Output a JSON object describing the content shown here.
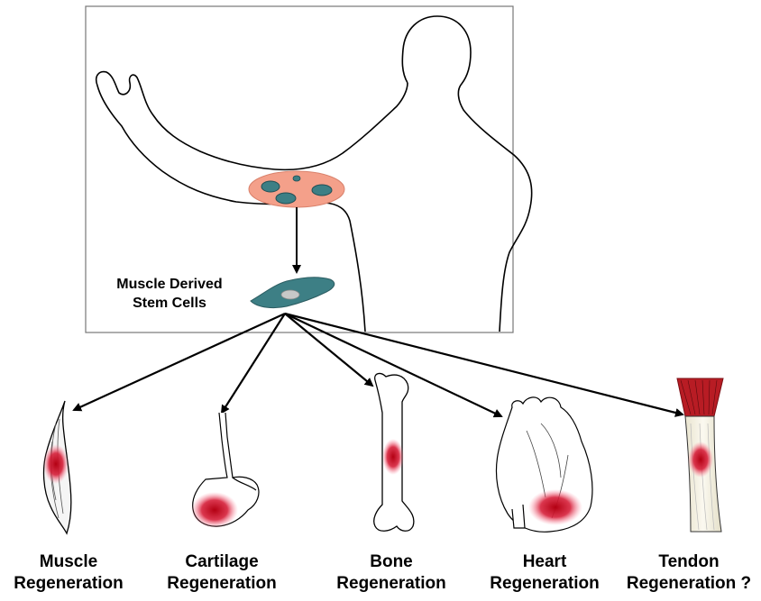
{
  "source_label": {
    "line1": "Muscle Derived",
    "line2": "Stem Cells"
  },
  "targets": [
    {
      "id": "muscle",
      "line1": "Muscle",
      "line2": "Regeneration"
    },
    {
      "id": "cartilage",
      "line1": "Cartilage",
      "line2": "Regeneration"
    },
    {
      "id": "bone",
      "line1": "Bone",
      "line2": "Regeneration"
    },
    {
      "id": "heart",
      "line1": "Heart",
      "line2": "Regeneration"
    },
    {
      "id": "tendon",
      "line1": "Tendon",
      "line2": "Regeneration ?"
    }
  ],
  "colors": {
    "outline": "#000000",
    "biopsy_fill": "#f4a08a",
    "biopsy_stroke": "#d9826c",
    "cell_fill": "#3d7f85",
    "nucleus_fill": "#c8c8c8",
    "injury": "#c00000",
    "injury_glow": "#e85a6a",
    "tendon_muscle": "#b81c24",
    "tendon_fiber": "#f6f3e6"
  }
}
